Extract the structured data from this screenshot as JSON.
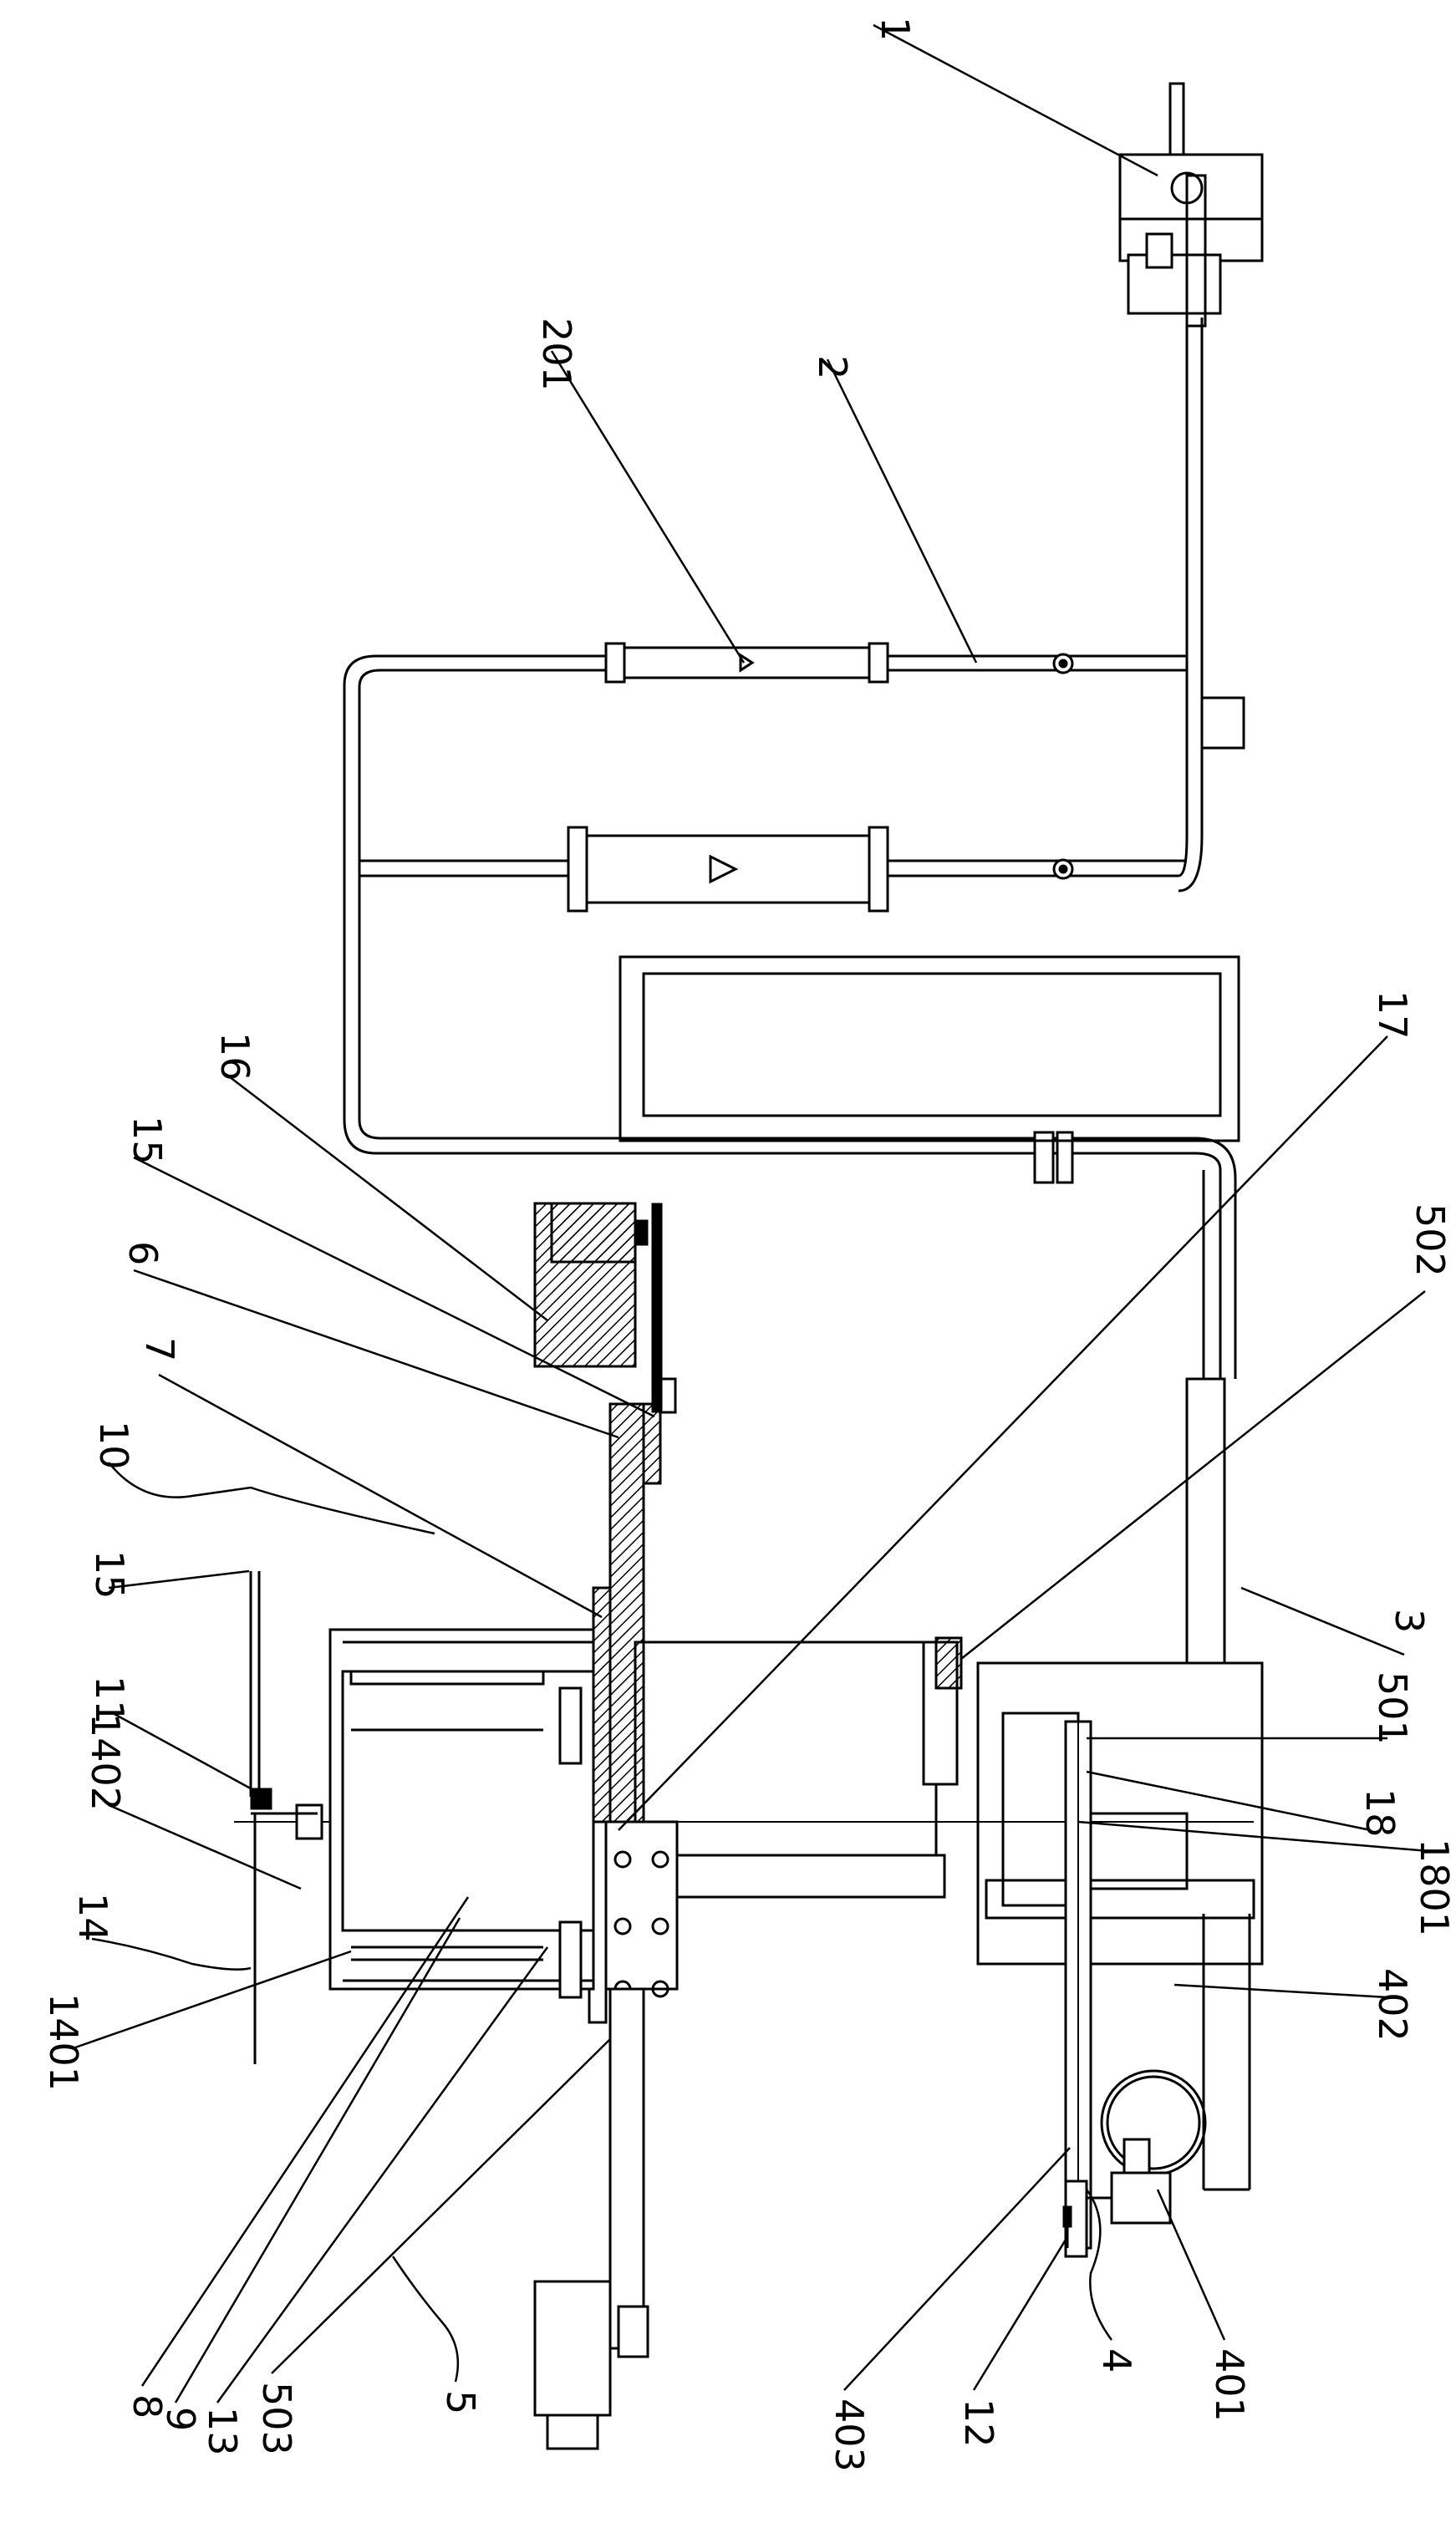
{
  "labels": {
    "l1": "1",
    "l2": "2",
    "l201": "201",
    "l16": "16",
    "l15a": "15",
    "l6": "6",
    "l7": "7",
    "l10": "10",
    "l15b": "15",
    "l11": "11",
    "l1402": "1402",
    "l14": "14",
    "l1401": "1401",
    "l17": "17",
    "l502": "502",
    "l3": "3",
    "l501": "501",
    "l18": "18",
    "l1801": "1801",
    "l402": "402",
    "l8": "8",
    "l9": "9",
    "l13": "13",
    "l503": "503",
    "l5": "5",
    "l403": "403",
    "l12": "12",
    "l4": "4",
    "l401": "401"
  }
}
